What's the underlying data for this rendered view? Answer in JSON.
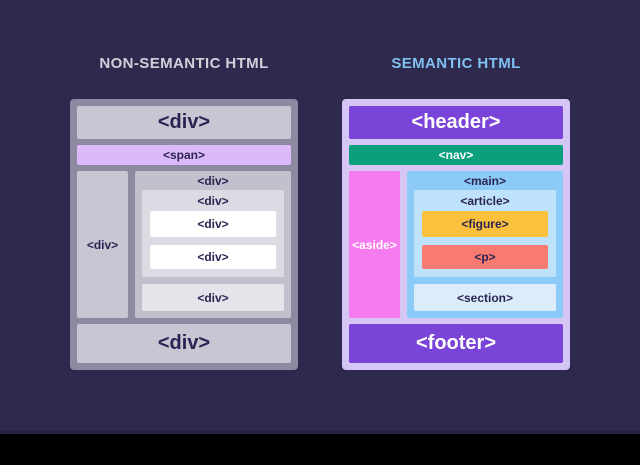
{
  "colors": {
    "bg": "#2e294d",
    "letterbox": "#000000",
    "title-gray": "#d3d0dc",
    "title-blue": "#7fc0f0",
    "text-navy": "#2a2452",
    "text-white": "#ffffff",
    "frame-gray": "#8d89a0",
    "box-gray": "#c9c6d3",
    "span-lavender": "#dcbafa",
    "main-gray": "#c3c0cd",
    "article-gray": "#dcdae3",
    "box-white": "#ffffff",
    "section-gray": "#e6e4eb",
    "frame-lavender": "#d5c6f5",
    "header-purple": "#7b44d9",
    "nav-teal": "#0aa07c",
    "aside-pink": "#f67bee",
    "main-blue": "#8ccbf8",
    "article-blue": "#bfe2fb",
    "figure-yellow": "#fbc13c",
    "p-salmon": "#f97a70",
    "section-blue": "#dbedfb"
  },
  "left": {
    "title": "NON-SEMANTIC HTML",
    "boxes": {
      "header": "<div>",
      "nav": "<span>",
      "aside": "<div>",
      "main": "<div>",
      "article": "<div>",
      "figure": "<div>",
      "p": "<div>",
      "section": "<div>",
      "footer": "<div>"
    }
  },
  "right": {
    "title": "SEMANTIC HTML",
    "boxes": {
      "header": "<header>",
      "nav": "<nav>",
      "aside": "<aside>",
      "main": "<main>",
      "article": "<article>",
      "figure": "<figure>",
      "p": "<p>",
      "section": "<section>",
      "footer": "<footer>"
    }
  }
}
